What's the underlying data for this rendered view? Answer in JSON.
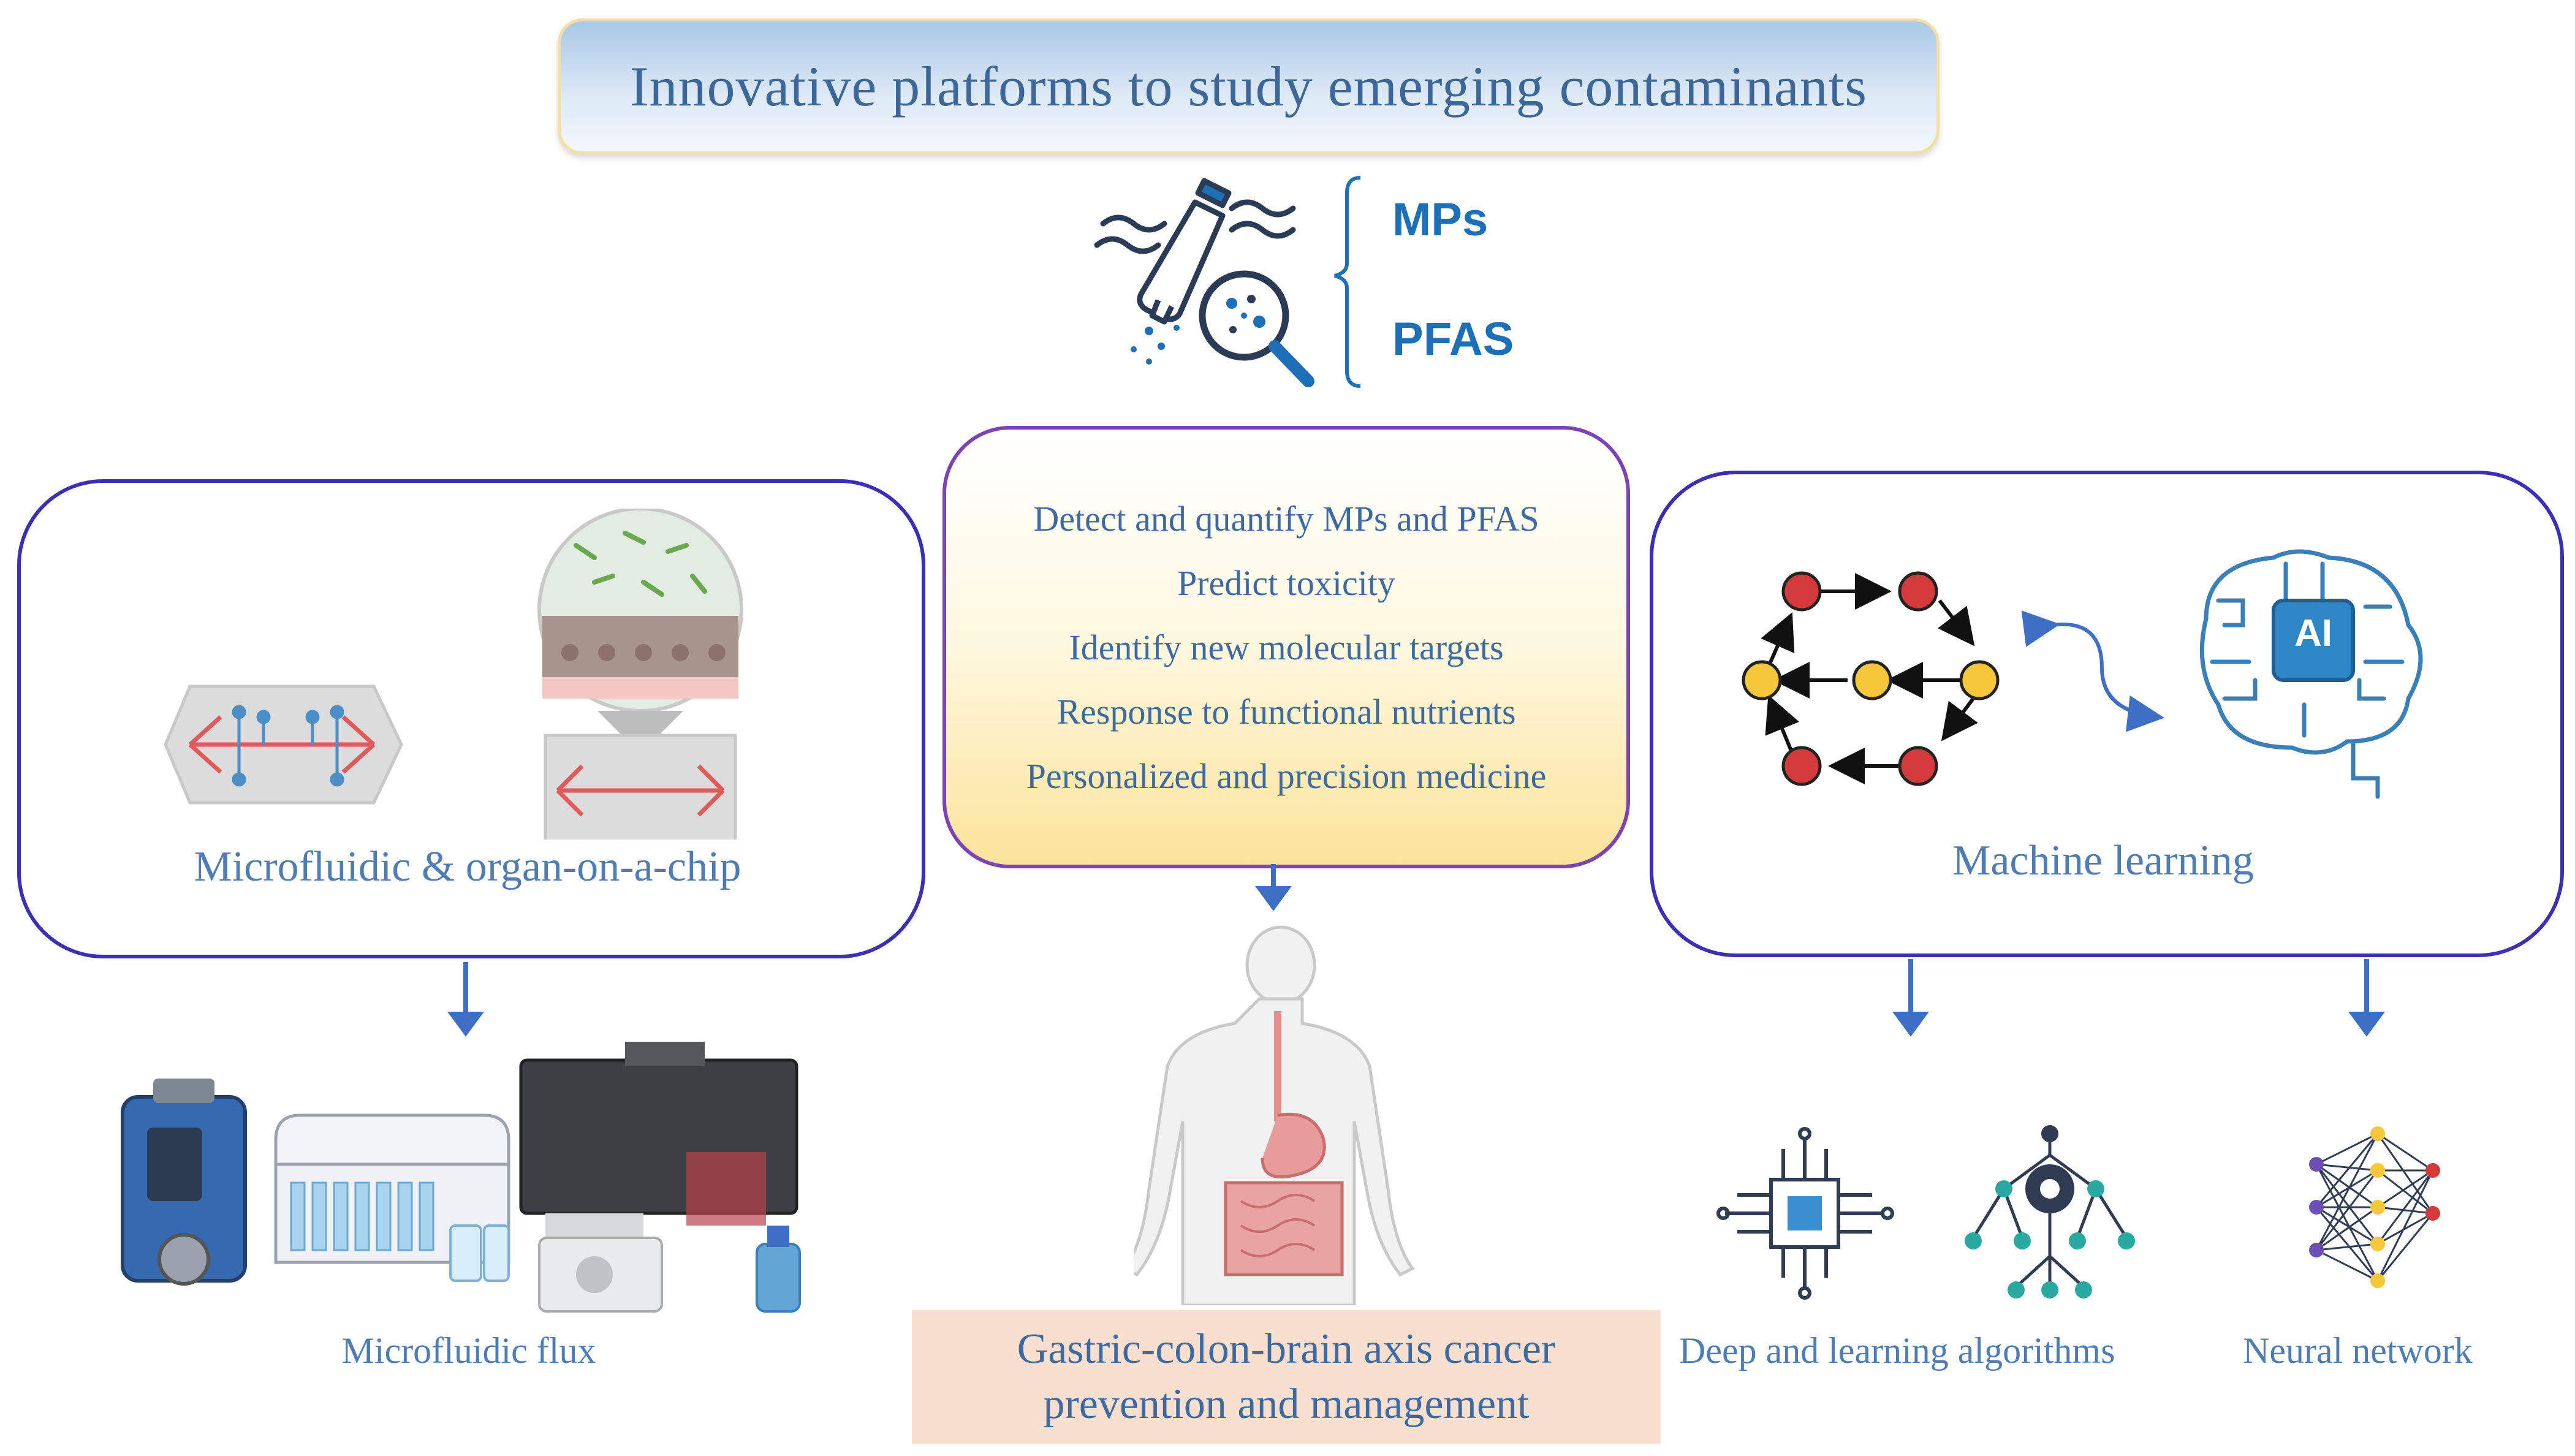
{
  "title": "Innovative platforms to study emerging contaminants",
  "contaminants": [
    "MPs",
    "PFAS"
  ],
  "center_panel": {
    "items": [
      "Detect and quantify MPs and PFAS",
      "Predict toxicity",
      "Identify new molecular targets",
      "Response to functional nutrients",
      "Personalized and precision medicine"
    ]
  },
  "left_panel": {
    "label": "Microfluidic & organ-on-a-chip"
  },
  "right_panel": {
    "label": "Machine learning",
    "ai_badge": "AI"
  },
  "left_output": {
    "label": "Microfluidic flux"
  },
  "center_output": {
    "line1": "Gastric-colon-brain axis cancer",
    "line2": "prevention and management"
  },
  "right_outputs": {
    "deep": "Deep and learning algorithms",
    "neural": "Neural network"
  },
  "colors": {
    "panel_border": "#3a2fb5",
    "center_border": "#7c43b8",
    "arrow": "#3f6fc4",
    "text_blue": "#4f7db3",
    "node_red": "#d33a3a",
    "node_yellow": "#f5c73a"
  }
}
